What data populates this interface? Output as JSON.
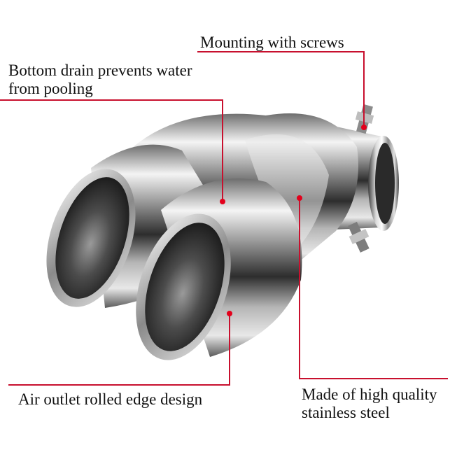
{
  "callouts": {
    "mounting": {
      "text": "Mounting with screws"
    },
    "drain": {
      "line1": "Bottom drain prevents water",
      "line2": "from pooling"
    },
    "edge": {
      "text": "Air outlet rolled edge design"
    },
    "steel": {
      "line1": "Made of high quality",
      "line2": "stainless steel"
    }
  },
  "colors": {
    "leader_line": "#c8102e",
    "marker_dot": "#e3001b",
    "label_text": "#111111"
  },
  "icons": [
    "chrome-exhaust-tip-illustration"
  ]
}
